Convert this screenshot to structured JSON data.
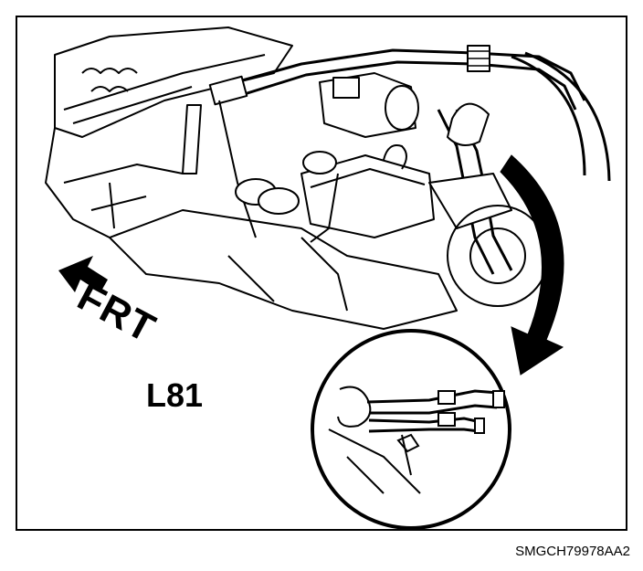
{
  "labels": {
    "direction": "FRT",
    "engine": "L81",
    "figure_code": "SMGCH79978AA2"
  },
  "colors": {
    "ink": "#000000",
    "paper": "#ffffff"
  },
  "icons": [
    "front-direction-arrow-icon",
    "rotation-arrow-icon"
  ]
}
